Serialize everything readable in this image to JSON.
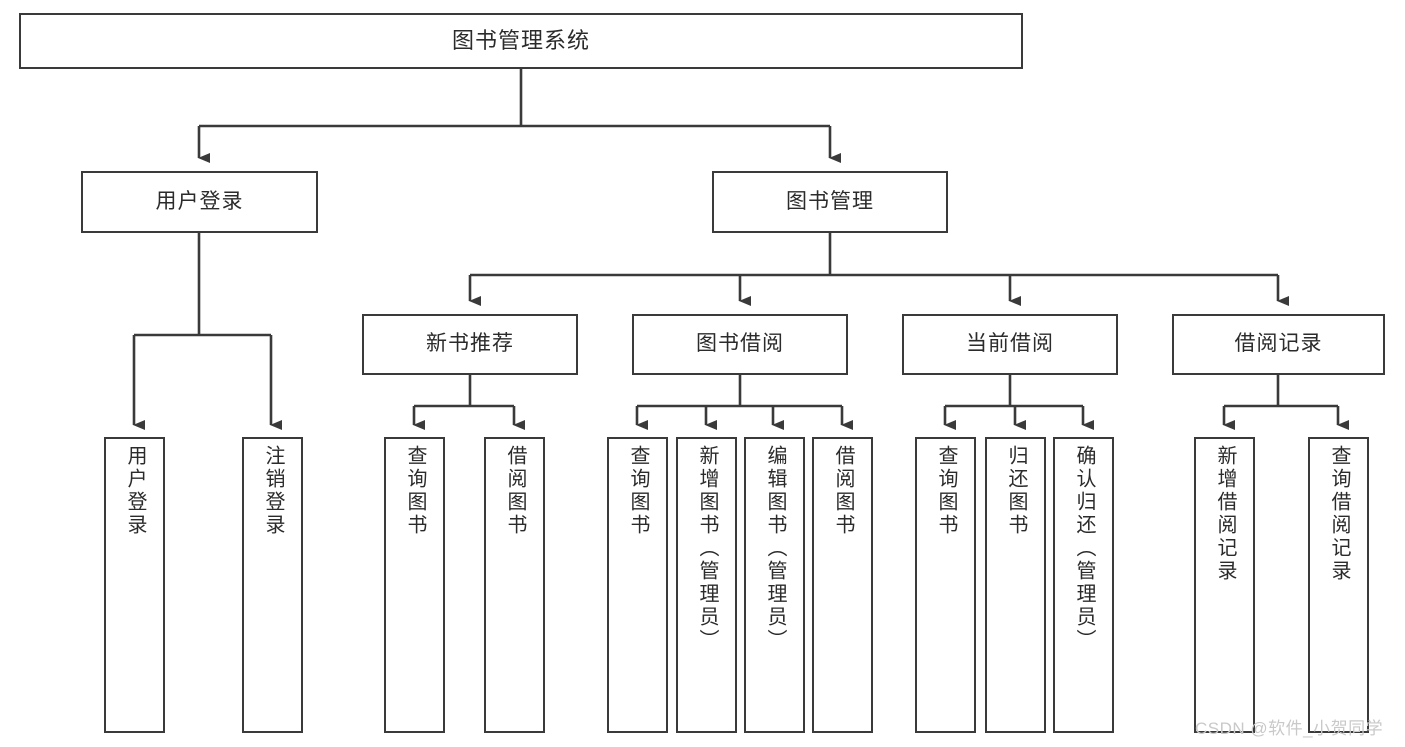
{
  "diagram": {
    "title": "图书管理系统",
    "type": "tree-hierarchy-diagram",
    "watermark": "CSDN @软件_小贺同学",
    "colors": {
      "box_border": "#3a3a3a",
      "box_fill": "#ffffff",
      "connector": "#3a3a3a",
      "text": "#2b2b2b",
      "watermark": "#c9c9c9",
      "background": "#ffffff"
    },
    "root": {
      "label": "图书管理系统"
    },
    "level2": [
      {
        "id": "user-login",
        "label": "用户登录"
      },
      {
        "id": "book-management",
        "label": "图书管理"
      }
    ],
    "level3": [
      {
        "id": "new-book-recommend",
        "label": "新书推荐",
        "parent": "book-management"
      },
      {
        "id": "book-borrow",
        "label": "图书借阅",
        "parent": "book-management"
      },
      {
        "id": "current-borrow",
        "label": "当前借阅",
        "parent": "book-management"
      },
      {
        "id": "borrow-record",
        "label": "借阅记录",
        "parent": "book-management"
      }
    ],
    "leaves": [
      {
        "id": "leaf-user-login",
        "label": "用户登录",
        "parent": "user-login"
      },
      {
        "id": "leaf-logout",
        "label": "注销登录",
        "parent": "user-login"
      },
      {
        "id": "leaf-query-book-1",
        "label": "查询图书",
        "parent": "new-book-recommend"
      },
      {
        "id": "leaf-borrow-book-1",
        "label": "借阅图书",
        "parent": "new-book-recommend"
      },
      {
        "id": "leaf-query-book-2",
        "label": "查询图书",
        "parent": "book-borrow"
      },
      {
        "id": "leaf-add-book",
        "label": "新增图书（管理员）",
        "parent": "book-borrow"
      },
      {
        "id": "leaf-edit-book",
        "label": "编辑图书（管理员）",
        "parent": "book-borrow"
      },
      {
        "id": "leaf-borrow-book-2",
        "label": "借阅图书",
        "parent": "book-borrow"
      },
      {
        "id": "leaf-query-book-3",
        "label": "查询图书",
        "parent": "current-borrow"
      },
      {
        "id": "leaf-return-book",
        "label": "归还图书",
        "parent": "current-borrow"
      },
      {
        "id": "leaf-confirm-return",
        "label": "确认归还（管理员）",
        "parent": "current-borrow"
      },
      {
        "id": "leaf-add-record",
        "label": "新增借阅记录",
        "parent": "borrow-record"
      },
      {
        "id": "leaf-query-record",
        "label": "查询借阅记录",
        "parent": "borrow-record"
      }
    ]
  }
}
